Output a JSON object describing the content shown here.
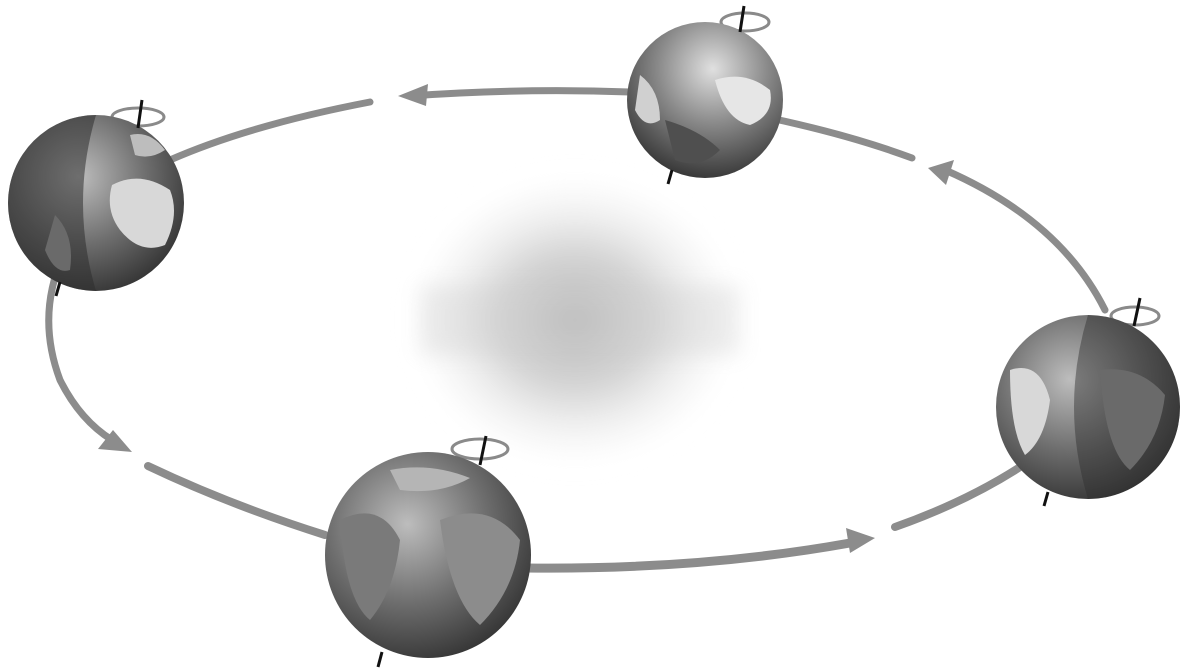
{
  "diagram": {
    "type": "earth-orbit-seasons",
    "colors": {
      "orbit": "#8c8c8c",
      "sun_core": "#b8b8b8",
      "ocean_dark": "#4a4a4a",
      "ocean_light": "#9a9a9a",
      "land_light": "#d8d8d8",
      "land_dark": "#6a6a6a",
      "night_shade": "#2e2e2e",
      "axis": "#111111",
      "spin_ring": "#8a8a8a"
    },
    "icons": {
      "sun": "sun-icon",
      "earth": "globe-icon",
      "rotation": "rotation-ring-icon",
      "arrow": "orbit-arrow-icon"
    },
    "orbit_direction": "counter-clockwise",
    "earth_positions": [
      "left",
      "top",
      "right",
      "bottom"
    ]
  }
}
